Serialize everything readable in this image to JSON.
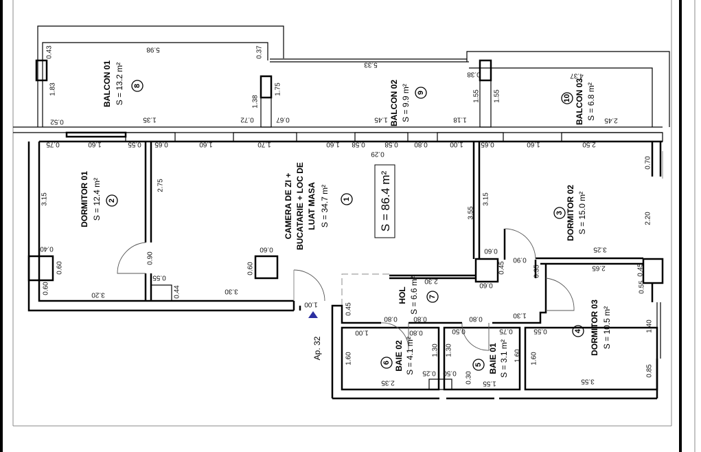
{
  "plan": {
    "apartment_label": "Ap. 32",
    "total_area": "S = 86.4 m²",
    "entrance_marker_color": "#2b2fa0",
    "rooms": [
      {
        "number": "1",
        "name_lines": [
          "CAMERA DE ZI +",
          "BUCATARIE + LOC DE",
          "LUAT MASA"
        ],
        "area": "S = 34.7 m²"
      },
      {
        "number": "2",
        "name_lines": [
          "DORMITOR 01"
        ],
        "area": "S = 12.4 m²"
      },
      {
        "number": "3",
        "name_lines": [
          "DORMITOR 02"
        ],
        "area": "S = 15.0 m²"
      },
      {
        "number": "4",
        "name_lines": [
          "DORMITOR 03"
        ],
        "area": "S = 10.5 m²"
      },
      {
        "number": "5",
        "name_lines": [
          "BAIE 01"
        ],
        "area": "S = 3.1 m²"
      },
      {
        "number": "6",
        "name_lines": [
          "BAIE 02"
        ],
        "area": "S = 4.1 m²"
      },
      {
        "number": "7",
        "name_lines": [
          "HOL"
        ],
        "area": "S = 6.6 m²"
      },
      {
        "number": "8",
        "name_lines": [
          "BALCON 01"
        ],
        "area": "S = 13.2 m²"
      },
      {
        "number": "9",
        "name_lines": [
          "BALCON 02"
        ],
        "area": "S = 9.9 m²"
      },
      {
        "number": "10",
        "name_lines": [
          "BALCON 03"
        ],
        "area": "S = 6.8 m²"
      }
    ],
    "dimensions": [
      "0.43",
      "5.98",
      "0.37",
      "1.83",
      "1.38",
      "1.75",
      "0.52",
      "1.35",
      "0.72",
      "0.67",
      "5.33",
      "0.38",
      "1.55",
      "1.55",
      "1.45",
      "1.18",
      "4.37",
      "2.45",
      "0.75",
      "1.60",
      "0.55",
      "0.65",
      "1.60",
      "1.70",
      "1.60",
      "0.58",
      "0.58",
      "0.80",
      "1.00",
      "0.65",
      "1.60",
      "2.50",
      "0.29",
      "3.15",
      "2.75",
      "3.55",
      "3.15",
      "0.70",
      "2.20",
      "0.40",
      "0.60",
      "0.60",
      "3.20",
      "0.90",
      "0.55",
      "0.44",
      "3.30",
      "0.60",
      "0.60",
      "1.00",
      "0.60",
      "0.45",
      "0.60",
      "0.90",
      "0.35",
      "3.25",
      "2.65",
      "0.45",
      "0.55",
      "1.40",
      "0.85",
      "2.30",
      "0.45",
      "0.80",
      "0.80",
      "0.80",
      "1.30",
      "1.00",
      "0.80",
      "0.50",
      "0.75",
      "0.55",
      "1.60",
      "1.30",
      "1.30",
      "1.60",
      "1.60",
      "0.25",
      "0.50",
      "0.30",
      "2.35",
      "1.55",
      "3.55"
    ]
  }
}
